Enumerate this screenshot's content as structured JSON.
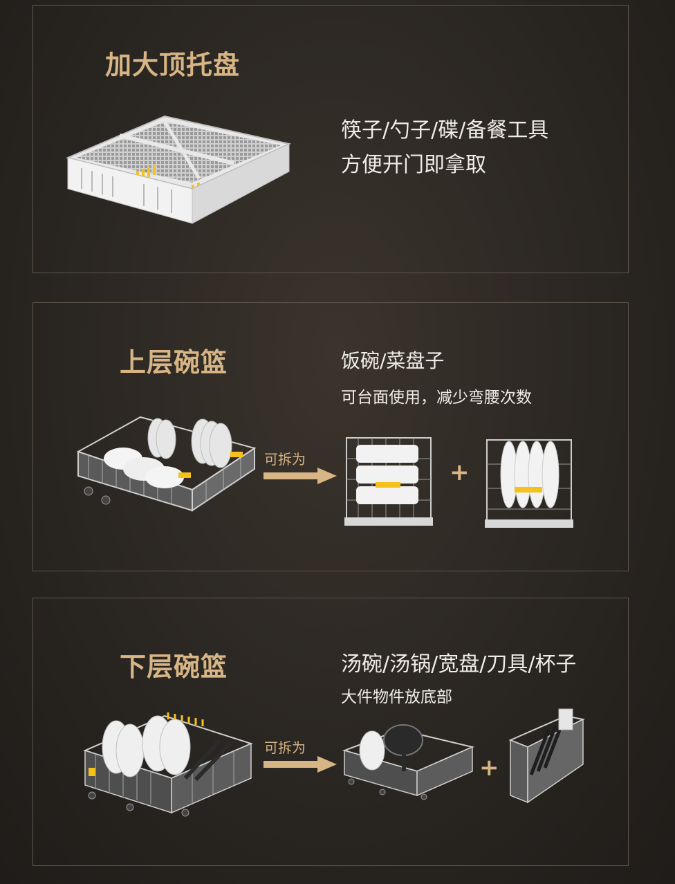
{
  "sections": [
    {
      "title": "加大顶托盘",
      "lines": [
        "筷子/勺子/碟/备餐工具",
        "方便开门即拿取"
      ],
      "image": "cutlery-tray-image"
    },
    {
      "title": "上层碗篮",
      "lines": [
        "饭碗/菜盘子",
        "可台面使用，减少弯腰次数"
      ],
      "arrow_label": "可拆为",
      "plus": "+"
    },
    {
      "title": "下层碗篮",
      "lines": [
        "汤碗/汤锅/宽盘/刀具/杯子",
        "大件物件放底部"
      ],
      "arrow_label": "可拆为",
      "plus": "+"
    }
  ],
  "colors": {
    "accent": "#d8b585",
    "text": "#f0ede8",
    "highlight": "#f4c21a"
  }
}
